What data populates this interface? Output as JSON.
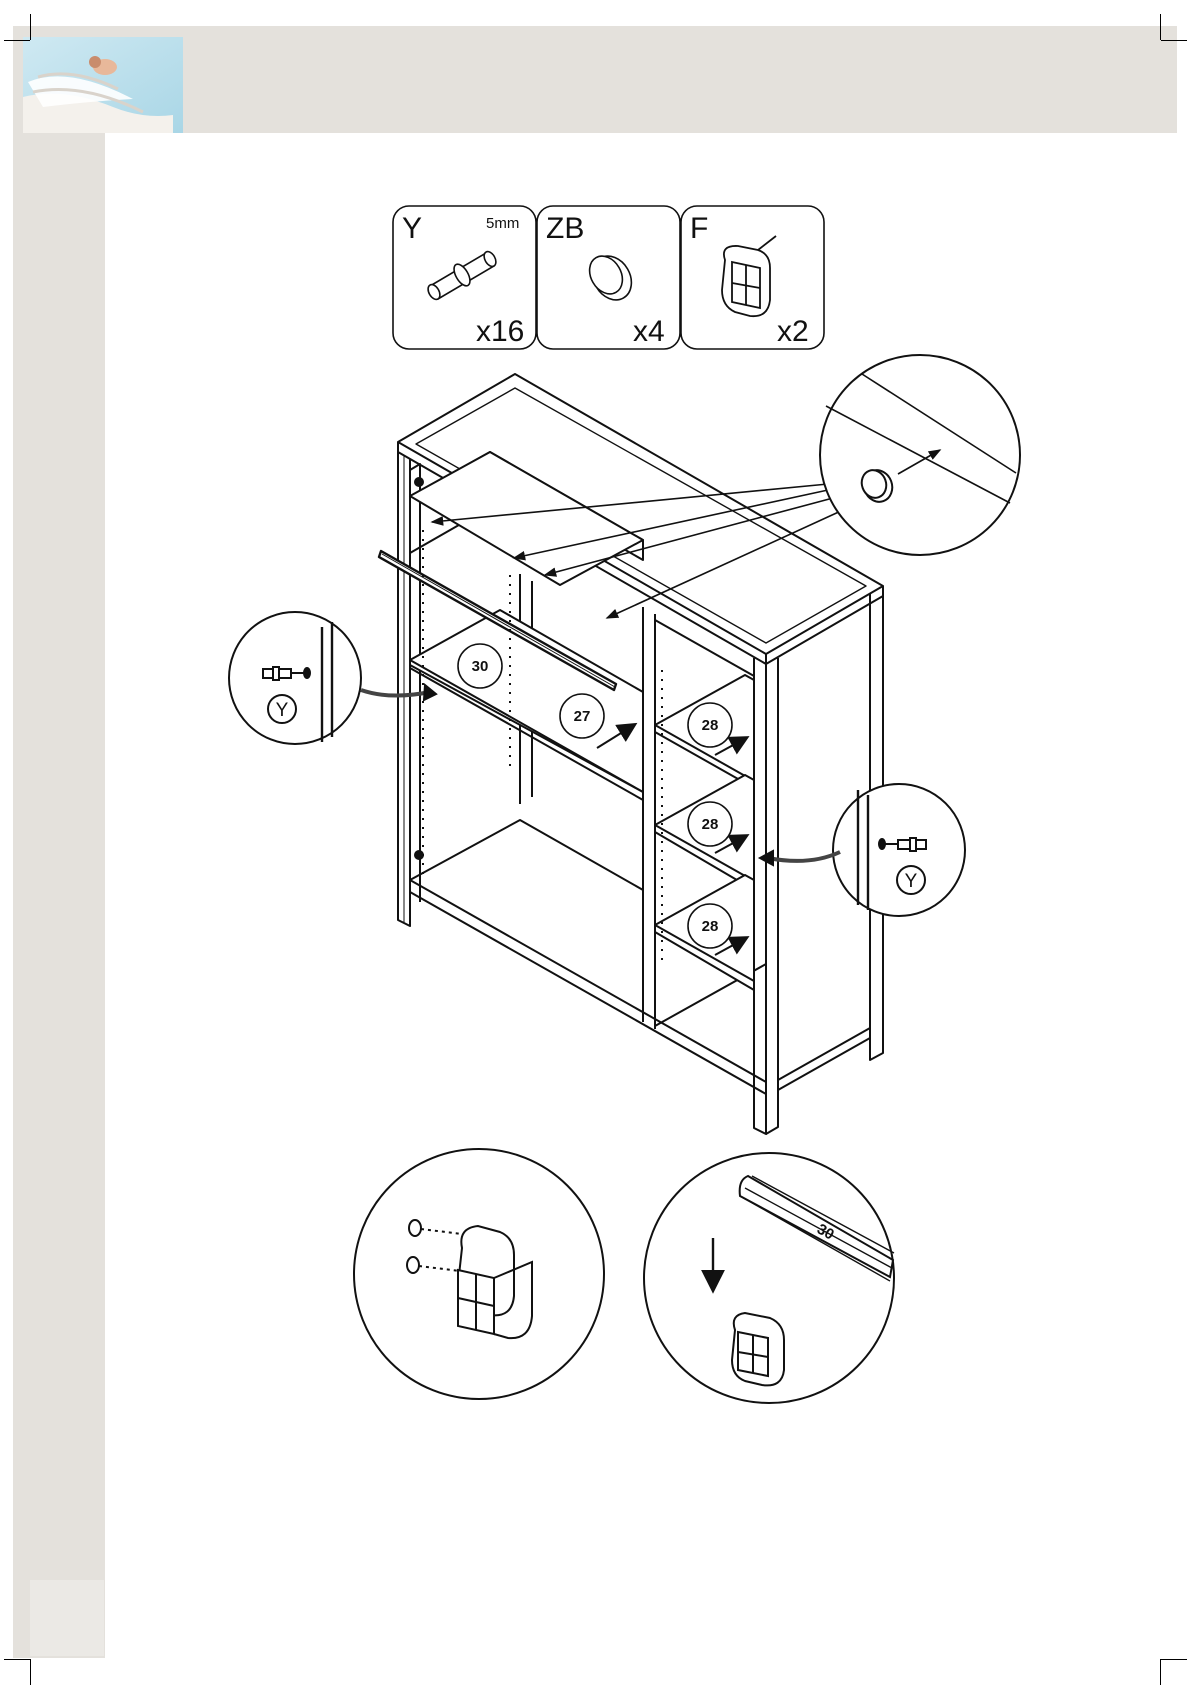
{
  "parts": [
    {
      "code": "Y",
      "size": "5mm",
      "qty": "x16"
    },
    {
      "code": "ZB",
      "size": "",
      "qty": "x4"
    },
    {
      "code": "F",
      "size": "",
      "qty": "x2"
    }
  ],
  "callouts": {
    "shelf_left": "30",
    "shelf_center": "27",
    "shelf_right_top": "28",
    "shelf_right_mid": "28",
    "shelf_right_bottom": "28",
    "rail_detail": "30"
  },
  "detail_left_label": "Y",
  "detail_right_label": "Y",
  "colors": {
    "band": "#e4e1dc",
    "line": "#111111"
  }
}
